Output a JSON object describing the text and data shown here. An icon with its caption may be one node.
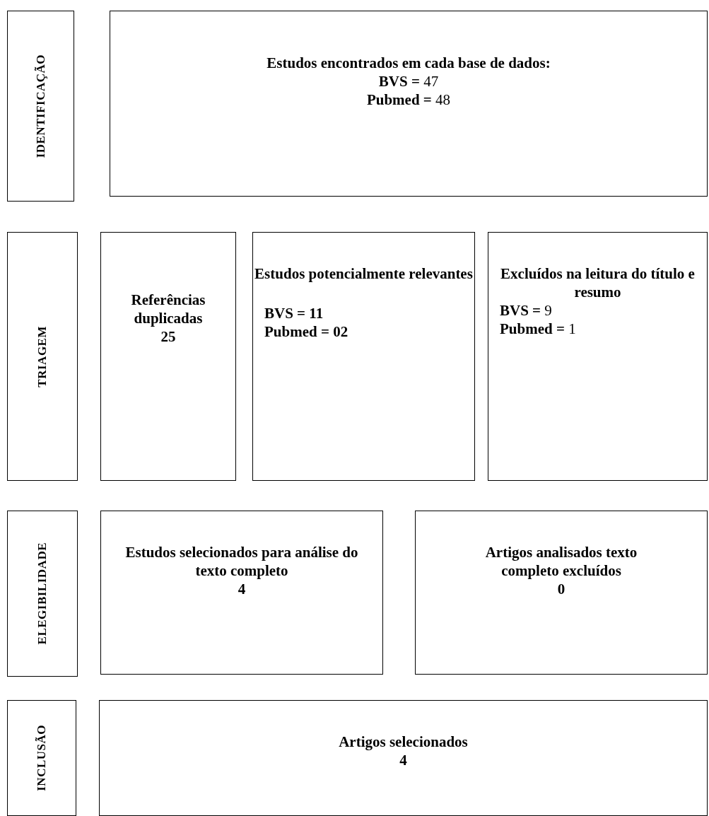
{
  "diagram": {
    "nodes": [
      {
        "text": [
          "IDENTIFICAÇÃO"
        ]
      },
      {
        "text": [
          "Estudos encontrados em cada base de dados:",
          "**BVS =** 47",
          "**Pubmed =** 48"
        ]
      },
      {
        "text": [
          "TRIAGEM"
        ]
      },
      {
        "text": [
          "Referências duplicadas",
          "25"
        ]
      },
      {
        "text": [
          "Estudos potencialmente relevantes",
          "BVS = 11",
          "Pubmed = 02"
        ]
      },
      {
        "text": [
          "Excluídos na leitura do título e resumo",
          "**BVS =** 9",
          "**Pubmed =** 1"
        ]
      },
      {
        "text": [
          "ELEGIBILIDADE"
        ]
      },
      {
        "text": [
          "Estudos selecionados para análise do texto completo",
          "4"
        ]
      },
      {
        "text": [
          "Artigos analisados texto completo excluídos",
          "0"
        ]
      },
      {
        "text": [
          "INCLUSÃO"
        ]
      },
      {
        "text": [
          "Artigos selecionados",
          "4"
        ]
      }
    ]
  }
}
